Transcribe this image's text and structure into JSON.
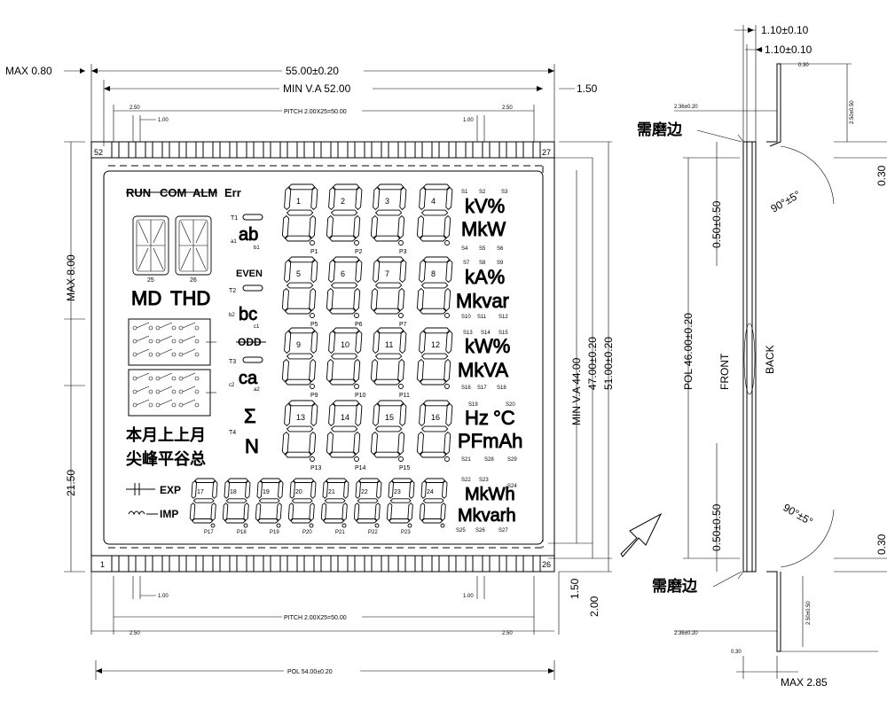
{
  "front_view": {
    "dims": {
      "max_left": "MAX 0.80",
      "overall_width": "55.00±0.20",
      "min_va_width": "MIN V.A 52.00",
      "right_offset": "1.50",
      "pitch_top": "PITCH 2.00X25=50.00",
      "pin_w_left": "2.50",
      "pin_g_left": "1.00",
      "pin_g_right": "1.00",
      "pin_w_right": "2.50",
      "pitch_bottom": "PITCH 2.00X25=50.00",
      "bot_left": "2.50",
      "bot_right": "2.50",
      "bot_g_left": "1.00",
      "bot_g_right": "1.00",
      "pol_width": "POL 54.00±0.20",
      "max_height": "MAX 8.00",
      "left_height": "21.50",
      "min_va_height": "MIN V.A 44.00",
      "height_47": "47.00±0.20",
      "height_51": "51.00±0.20",
      "right_bot_1": "1.50",
      "right_bot_2": "2.00"
    },
    "pins": {
      "top_left": "52",
      "top_right": "27",
      "bottom_left": "1",
      "bottom_right": "26"
    },
    "lcd": {
      "status": [
        "RUN",
        "COM",
        "ALM",
        "Err"
      ],
      "alpha_labels": [
        "25",
        "26"
      ],
      "md": "MD",
      "thd": "THD",
      "t_labels": [
        "T1",
        "T2",
        "T3",
        "T4"
      ],
      "pairs": [
        "ab",
        "bc",
        "ca"
      ],
      "pair_small": [
        "a1",
        "b1",
        "b2",
        "c1",
        "c2",
        "a2"
      ],
      "even": "EVEN",
      "odd": "ODD",
      "sigma": "Σ",
      "n": "N",
      "cjk_line1": "本月上上月",
      "cjk_line2": "尖峰平谷总",
      "exp": "EXP",
      "imp": "IMP",
      "digit_nums": [
        "1",
        "2",
        "3",
        "4",
        "5",
        "6",
        "7",
        "8",
        "9",
        "10",
        "11",
        "12",
        "13",
        "14",
        "15",
        "16"
      ],
      "dp_labels": [
        "P1",
        "P2",
        "P3",
        "P5",
        "P6",
        "P7",
        "P9",
        "P10",
        "P11",
        "P13",
        "P14",
        "P15"
      ],
      "bottom_nums": [
        "17",
        "18",
        "19",
        "20",
        "21",
        "22",
        "23",
        "24"
      ],
      "bottom_dp": [
        "P17",
        "P18",
        "P19",
        "P20",
        "P21",
        "P22",
        "P23"
      ],
      "units": {
        "r1_small": [
          "S1",
          "S2",
          "S3"
        ],
        "r1a": "kV%",
        "r1b": "MkW",
        "r1_small2": [
          "S4",
          "S5",
          "S6"
        ],
        "r2_small": [
          "S7",
          "S8",
          "S9"
        ],
        "r2a": "kA%",
        "r2b": "Mkvar",
        "r2_small2": [
          "S10",
          "S11",
          "S12"
        ],
        "r3_small": [
          "S13",
          "S14",
          "S15"
        ],
        "r3a": "kW%",
        "r3b": "MkVA",
        "r3_small2": [
          "S16",
          "S17",
          "S18"
        ],
        "r4_small": [
          "S19",
          "S20"
        ],
        "r4a": "Hz",
        "r4c": "°C",
        "r4b": "PFmAh",
        "r4_small2": [
          "S21",
          "S28",
          "S29"
        ],
        "r5_small": [
          "S22",
          "S23",
          "S24"
        ],
        "r5a": "MkWh",
        "r5b": "Mkvarh",
        "r5_small2": [
          "S25",
          "S26",
          "S27"
        ]
      }
    }
  },
  "side_view": {
    "dims": {
      "t1": "1.10±0.10",
      "t2": "1.10±0.10",
      "top_small": "0.30",
      "top_h": "2.50±0.50",
      "top_w": "2.36±0.20",
      "gap_top": "0.30",
      "top_angle": "90°±5°",
      "top_gap": "0.50±0.50",
      "pol": "POL 46.00±0.20",
      "front": "FRONT",
      "back": "BACK",
      "bot_gap": "0.50±0.50",
      "bot_angle": "90°±5°",
      "gap_bot": "0.30",
      "bot_h": "2.50±0.50",
      "bot_w": "2.36±0.20",
      "bot_small": "0.30",
      "max": "MAX 2.85"
    },
    "notes": {
      "top": "需磨边",
      "bottom": "需磨边"
    }
  }
}
